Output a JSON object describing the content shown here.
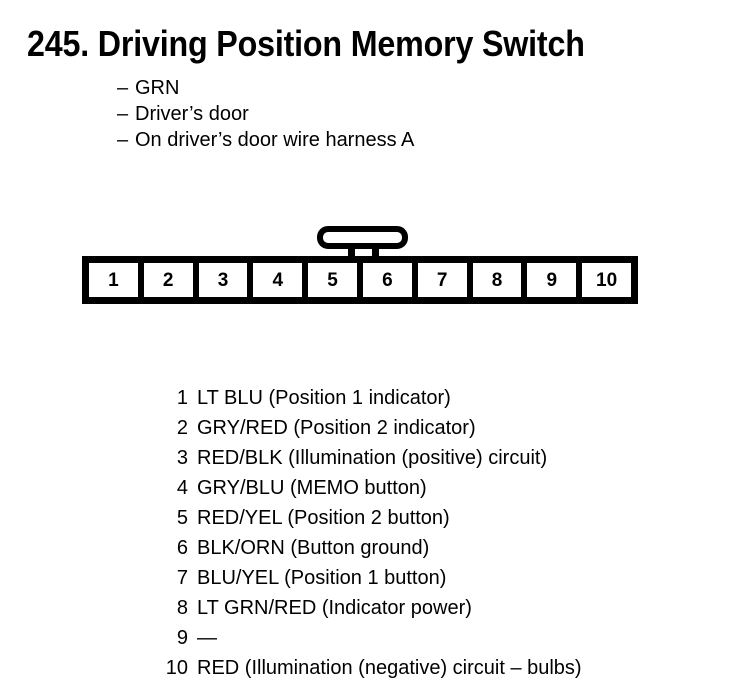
{
  "page": {
    "title": "245. Driving Position Memory Switch",
    "notes": [
      {
        "dash": "–",
        "text": "GRN"
      },
      {
        "dash": "–",
        "text": "Driver’s door"
      },
      {
        "dash": "–",
        "text": "On driver’s door wire harness A"
      }
    ]
  },
  "connector": {
    "pin_count": 10,
    "pins": [
      "1",
      "2",
      "3",
      "4",
      "5",
      "6",
      "7",
      "8",
      "9",
      "10"
    ],
    "latch": "connector-latch-tab",
    "colors": {
      "outline": "#000000",
      "cavity": "#ffffff"
    }
  },
  "pin_list": [
    {
      "num": "1",
      "desc": "LT BLU (Position 1 indicator)"
    },
    {
      "num": "2",
      "desc": "GRY/RED (Position 2 indicator)"
    },
    {
      "num": "3",
      "desc": "RED/BLK (Illumination (positive) circuit)"
    },
    {
      "num": "4",
      "desc": "GRY/BLU (MEMO button)"
    },
    {
      "num": "5",
      "desc": "RED/YEL (Position 2 button)"
    },
    {
      "num": "6",
      "desc": "BLK/ORN (Button ground)"
    },
    {
      "num": "7",
      "desc": "BLU/YEL (Position 1 button)"
    },
    {
      "num": "8",
      "desc": "LT GRN/RED (Indicator power)"
    },
    {
      "num": "9",
      "desc": "—"
    },
    {
      "num": "10",
      "desc": "RED (Illumination (negative) circuit – bulbs)"
    }
  ]
}
